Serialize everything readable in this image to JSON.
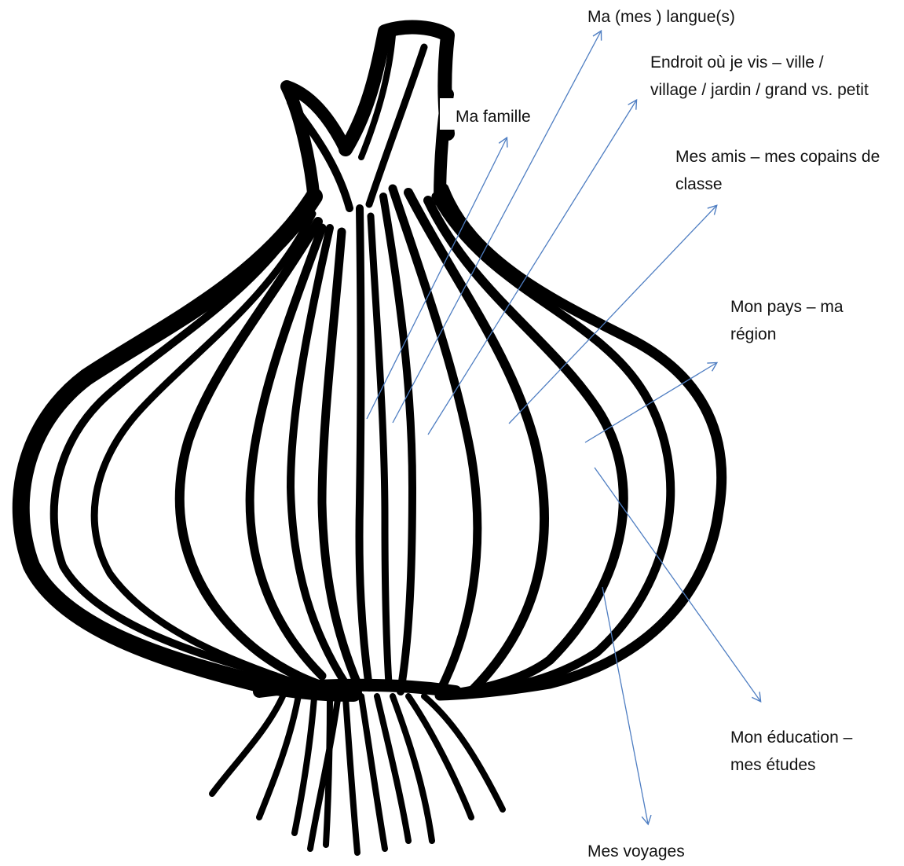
{
  "diagram": {
    "subject": "onion-icon",
    "ink_color": "#000000",
    "arrow_color": "#4f7ec2",
    "background": "#ffffff",
    "labels": [
      {
        "id": "langues",
        "lines": [
          "Ma (mes ) langue(s)"
        ]
      },
      {
        "id": "endroit",
        "lines": [
          "Endroit où je vis – ville /",
          "village / jardin / grand vs. petit"
        ]
      },
      {
        "id": "famille",
        "lines": [
          "Ma famille"
        ]
      },
      {
        "id": "amis",
        "lines": [
          "Mes amis – mes copains de",
          "classe"
        ]
      },
      {
        "id": "pays",
        "lines": [
          "Mon pays – ma",
          "région"
        ]
      },
      {
        "id": "education",
        "lines": [
          "Mon éducation –",
          "mes études"
        ]
      },
      {
        "id": "voyages",
        "lines": [
          "Mes voyages"
        ]
      }
    ]
  }
}
